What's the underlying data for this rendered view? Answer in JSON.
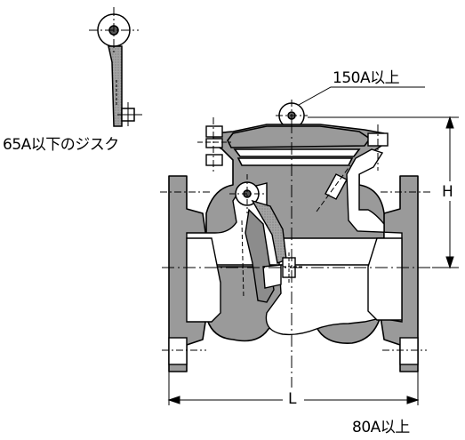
{
  "labels": {
    "small_disc": "65A以下のジスク",
    "large_size": "150A以上",
    "height_dim": "H",
    "length_dim": "L",
    "size_caption": "80A以上"
  },
  "colors": {
    "line": "#000000",
    "body_fill": "#9a9a9a",
    "light_fill": "#d0d0d0",
    "background": "#ffffff"
  }
}
